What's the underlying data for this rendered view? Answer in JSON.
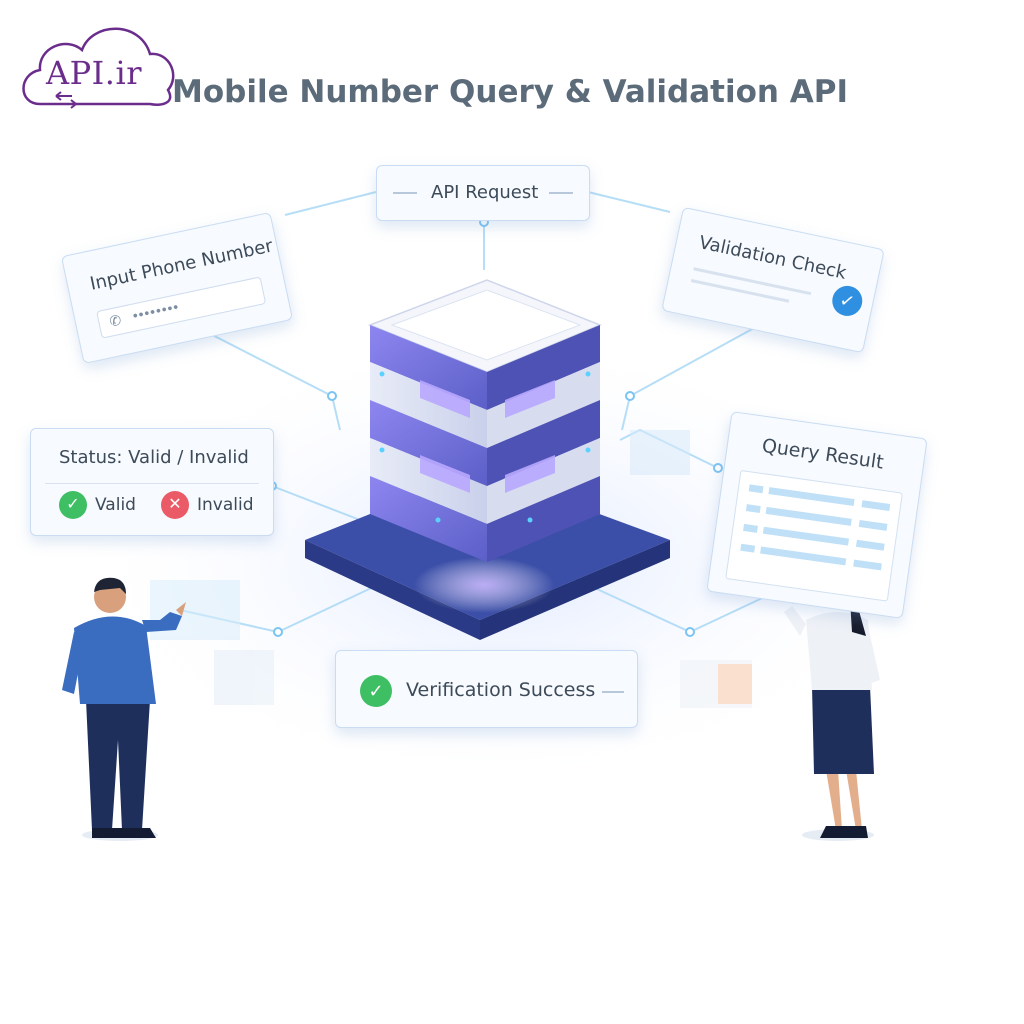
{
  "logo": {
    "text": "API.ir"
  },
  "title": "Mobile Number Query & Validation API",
  "nodes": {
    "api_request": "API Request",
    "input_phone": "Input Phone Number",
    "phone_placeholder": "••••••••",
    "validation_check": "Validation Check",
    "status_title": "Status: Valid / Invalid",
    "valid": "Valid",
    "invalid": "Invalid",
    "query_result": "Query Result",
    "verification_success": "Verification Success"
  },
  "icons": {
    "logo": "cloud-icon",
    "phone": "phone-icon",
    "check": "check-circle-icon",
    "cross": "x-circle-icon",
    "server": "server-icon"
  },
  "colors": {
    "brand": "#6b2d8c",
    "title": "#5c6b7a",
    "valid": "#3fbf64",
    "invalid": "#ea5b67",
    "accent_blue": "#2f8fe0",
    "server_purple": "#5b5fc7"
  }
}
